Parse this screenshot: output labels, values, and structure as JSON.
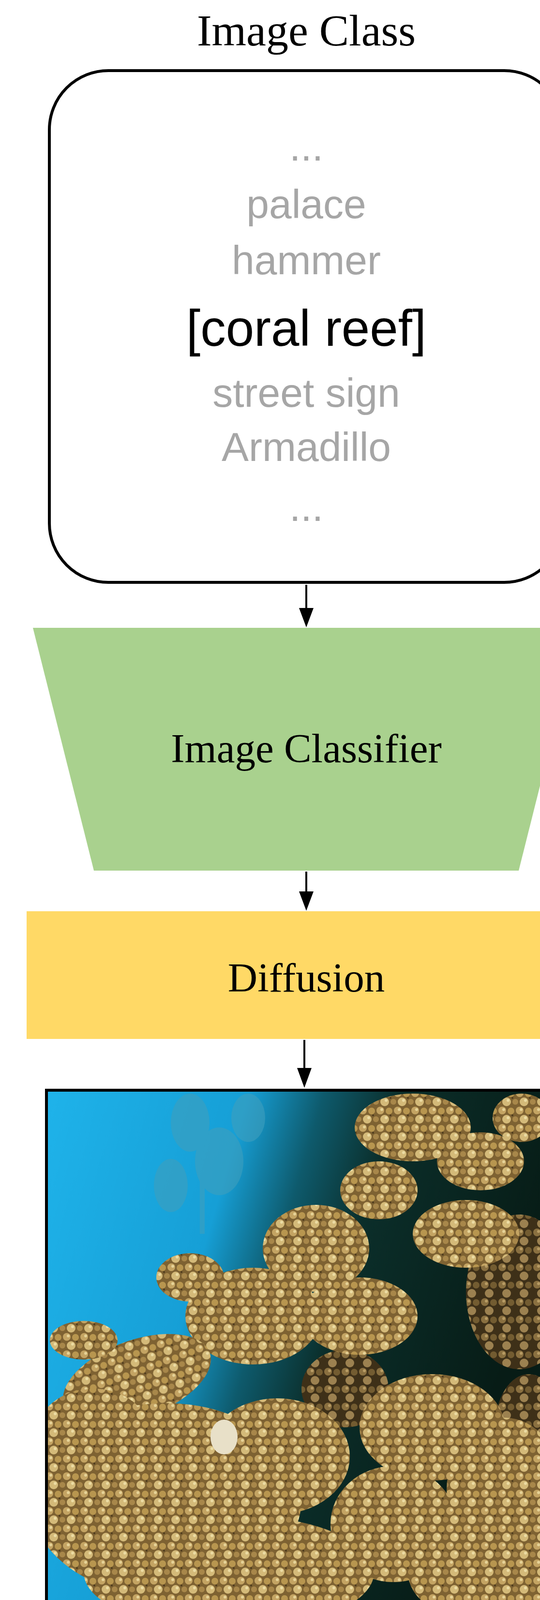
{
  "diagram": {
    "nodes": [
      {
        "text": [
          "Image Class",
          "...",
          "palace",
          "hammer",
          "[coral reef]",
          "street sign",
          "Armadillo",
          "..."
        ]
      },
      {
        "text": [
          "Image Classifier"
        ]
      },
      {
        "text": [
          "Diffusion"
        ]
      }
    ],
    "edges": [
      {
        "from": 0,
        "to": 1,
        "arrow": "to"
      },
      {
        "from": 1,
        "to": 2,
        "arrow": "to"
      }
    ]
  }
}
